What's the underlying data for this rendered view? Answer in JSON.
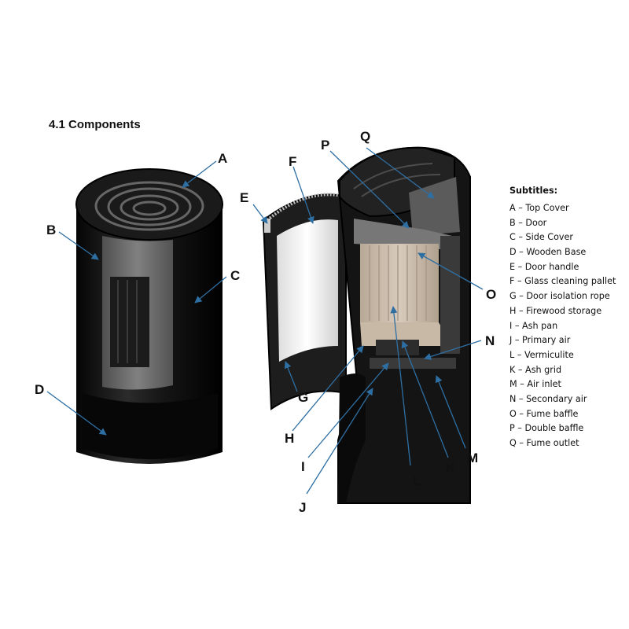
{
  "heading": "4.1  Components",
  "callouts": {
    "A": "A",
    "B": "B",
    "C": "C",
    "D": "D",
    "E": "E",
    "F": "F",
    "G": "G",
    "H": "H",
    "I": "I",
    "J": "J",
    "K": "K",
    "L": "L",
    "M": "M",
    "N": "N",
    "O": "O",
    "P": "P",
    "Q": "Q"
  },
  "legend": {
    "title": "Subtitles:",
    "items": [
      "A – Top Cover",
      "B – Door",
      "C – Side Cover",
      "D – Wooden Base",
      "E – Door handle",
      "F – Glass cleaning pallet",
      "G – Door isolation rope",
      "H – Firewood storage",
      "I – Ash pan",
      "J – Primary air",
      "L – Vermiculite",
      "K – Ash grid",
      "M – Air inlet",
      "N – Secondary air",
      "O – Fume baffle",
      "P – Double baffle",
      "Q – Fume outlet"
    ]
  },
  "colors": {
    "stove_body": "#141414",
    "stove_side": "#2a2a2a",
    "arrow": "#2e6fa3",
    "firebrick": "#c9b9a8",
    "glass": "#f4f4f4"
  }
}
